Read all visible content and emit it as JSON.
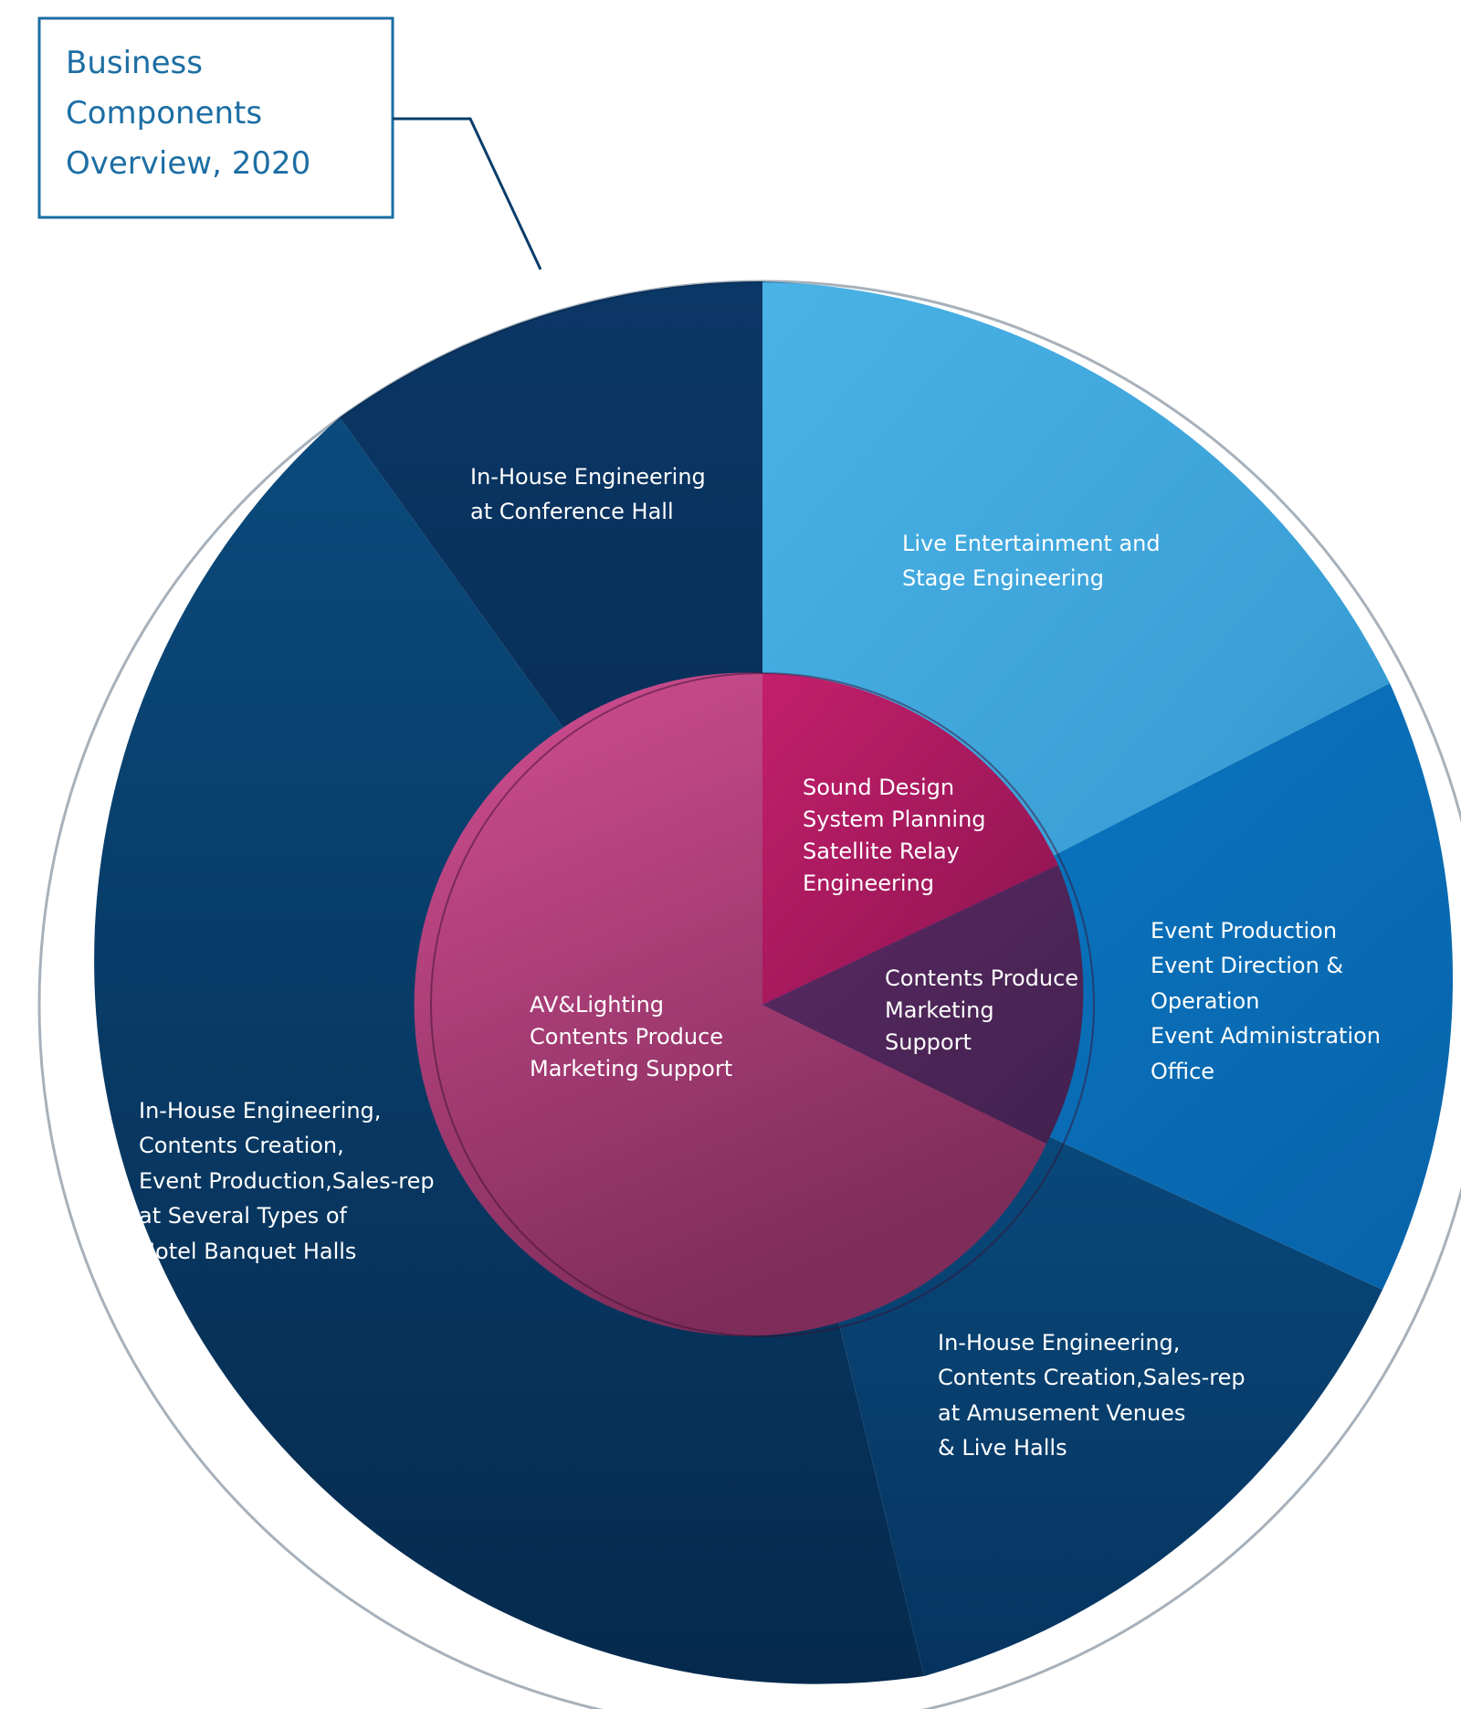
{
  "title_lines": [
    "Business",
    "Components",
    "Overview, 2020"
  ],
  "colors": {
    "title_text": "#1c6ea4",
    "title_border": "#1c6ea4",
    "outer_navy": "#07305a",
    "outer_mid": "#0a4a7c",
    "outer_light": "#3ea3dc",
    "outer_bright": "#0a72bf",
    "inner_pink": "#b4407a",
    "inner_magenta": "#9d1558",
    "inner_purple": "#4a2557"
  },
  "outer_segments": [
    {
      "name": "conference-hall",
      "lines": [
        "In-House Engineering",
        "at Conference Hall"
      ]
    },
    {
      "name": "live-entertainment",
      "lines": [
        "Live Entertainment and",
        "Stage Engineering"
      ]
    },
    {
      "name": "event-production",
      "lines": [
        "Event Production",
        "Event Direction &",
        "Operation",
        "Event Administration",
        "Office"
      ]
    },
    {
      "name": "amusement-venues",
      "lines": [
        "In-House Engineering,",
        "Contents Creation,Sales-rep",
        "at Amusement Venues",
        "& Live Halls"
      ]
    },
    {
      "name": "hotel-banquet",
      "lines": [
        "In-House Engineering,",
        "Contents Creation,",
        "Event Production,Sales-rep",
        "at Several Types of",
        "Hotel Banquet Halls"
      ]
    }
  ],
  "inner_segments": [
    {
      "name": "sound-design",
      "lines": [
        "Sound Design",
        "System Planning",
        "Satellite Relay",
        "Engineering"
      ]
    },
    {
      "name": "contents-marketing",
      "lines": [
        "Contents Produce",
        "Marketing",
        "Support"
      ]
    },
    {
      "name": "av-lighting",
      "lines": [
        "AV&Lighting",
        "Contents Produce",
        "Marketing Support"
      ]
    }
  ]
}
